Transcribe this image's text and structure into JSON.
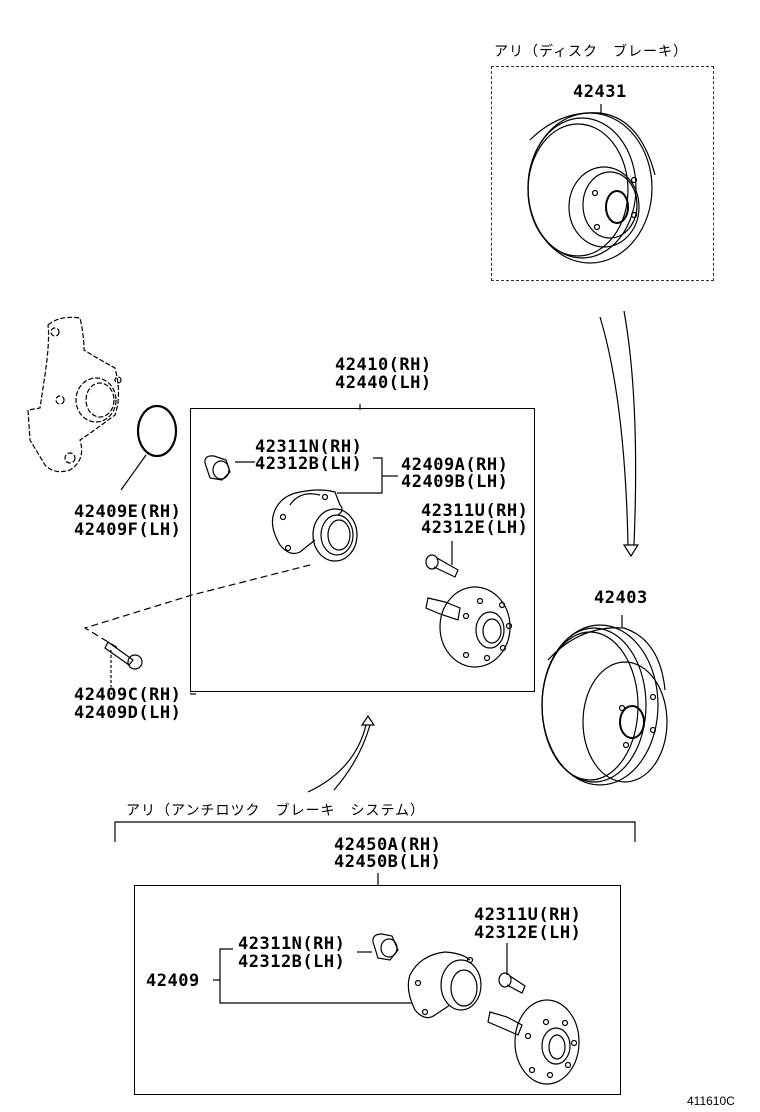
{
  "diagram": {
    "title_disc_brake_variant": "アリ（ディスク　ブレーキ）",
    "title_abs_variant": "アリ（アンチロツク　ブレーキ　システム）",
    "figure_reference": "411610C"
  },
  "parts": {
    "disc_rotor": {
      "number": "42431"
    },
    "brake_drum": {
      "number": "42403"
    },
    "hub_assembly_upper": {
      "rh": "42410(RH)",
      "lh": "42440(LH)"
    },
    "hub_assembly_abs": {
      "rh": "42450A(RH)",
      "lh": "42450B(LH)"
    },
    "nut_upper": {
      "rh": "42311N(RH)",
      "lh": "42312B(LH)"
    },
    "bearing_upper": {
      "rh": "42409A(RH)",
      "lh": "42409B(LH)"
    },
    "hub_bolt_upper": {
      "rh": "42311U(RH)",
      "lh": "42312E(LH)"
    },
    "o_ring": {
      "rh": "42409E(RH)",
      "lh": "42409F(LH)"
    },
    "mount_bolt": {
      "rh": "42409C(RH)",
      "lh": "42409D(LH)"
    },
    "bearing_abs": {
      "number": "42409"
    },
    "nut_abs": {
      "rh": "42311N(RH)",
      "lh": "42312B(LH)"
    },
    "hub_bolt_abs": {
      "rh": "42311U(RH)",
      "lh": "42312E(LH)"
    }
  }
}
